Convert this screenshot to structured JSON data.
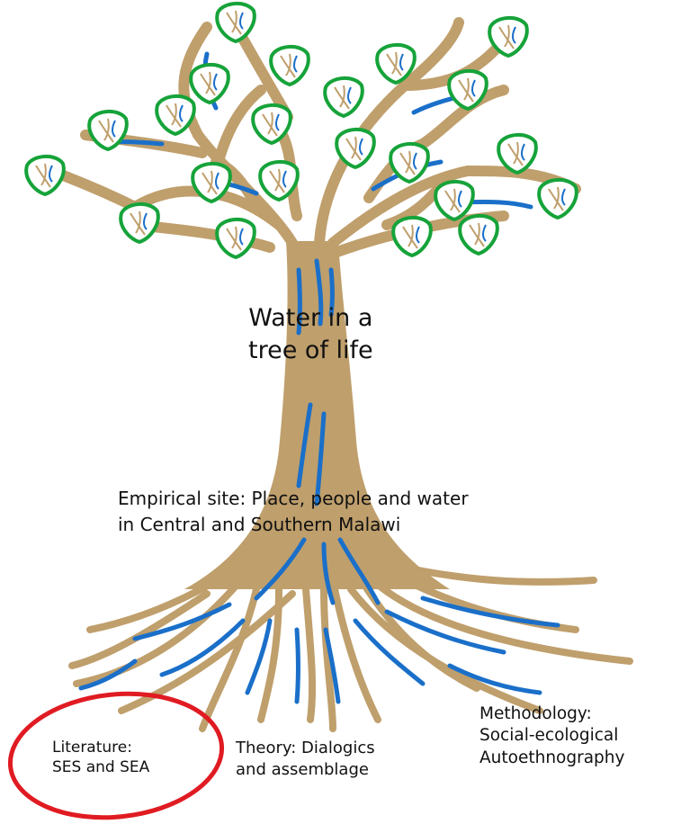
{
  "title": {
    "line1": "Water in a",
    "line2": "tree of life"
  },
  "labels": {
    "empirical": {
      "line1": "Empirical site: Place, people and water",
      "line2": "in Central and Southern Malawi"
    },
    "literature": {
      "line1": "Literature:",
      "line2": "SES and SEA"
    },
    "theory": {
      "line1": "Theory: Dialogics",
      "line2": "and assemblage"
    },
    "methodology": {
      "line1": "Methodology:",
      "line2": "Social-ecological",
      "line3": "Autoethnography"
    }
  },
  "colors": {
    "trunk": "#bf9f6c",
    "water": "#1a6fc9",
    "leaf_outline": "#16a33a",
    "leaf_fill": "#ffffff",
    "highlight_circle": "#e01b22",
    "text": "#111111"
  }
}
